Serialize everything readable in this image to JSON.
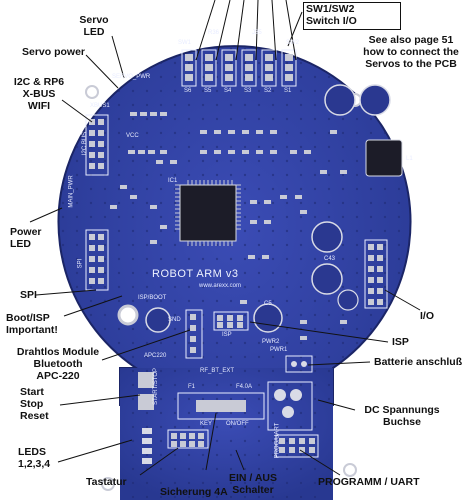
{
  "board": {
    "title": "ROBOT ARM v3",
    "website": "www.arexx.com",
    "silkscreen": {
      "servo_pwr": "SERVO_PWR",
      "xbus1": "XBUS1",
      "i2c_bus": "I2C BUS",
      "main_pwr": "MAIN_PWR",
      "spi": "SPI",
      "isp_boot": "ISP/BOOT",
      "snd": "SND",
      "apc220": "APC220",
      "isp": "ISP",
      "pwr1": "PWR1",
      "pwr2": "PWR2",
      "ic1": "IC1",
      "vcc": "VCC",
      "start_stop": "START/STOP",
      "f1": "F1",
      "f4oa": "F4.0A",
      "key": "KEY",
      "on_off": "ON/OFF",
      "rf_bt_ext": "RF_BT_EXT",
      "prog_uart": "PROG/UART",
      "c5": "C5",
      "c43": "C43",
      "l1": "L1",
      "sw1": "SW1",
      "sw2": "SW2",
      "r36": "R36",
      "j35": "J35",
      "servo_labels": [
        "S6",
        "S5",
        "S4",
        "S3",
        "S2",
        "S1"
      ]
    }
  },
  "callouts": {
    "servo_led": "Servo\nLED",
    "servo_power": "Servo power",
    "i2c_rp6": "I2C & RP6\nX-BUS\nWIFI",
    "power_led": "Power\nLED",
    "spi": "SPI",
    "boot_isp": "Boot/ISP\nImportant!",
    "drahtlos": "Drahtlos Module\nBluetooth\nAPC-220",
    "start_stop_reset": "Start\nStop\nReset",
    "leds": "LEDS\n1,2,3,4",
    "tastatur": "Tastatur",
    "sicherung": "Sicherung 4A",
    "ein_aus": "EIN / AUS\nSchalter",
    "programm_uart": "PROGRAMM / UART",
    "dc_buchse": "DC Spannungs\nBuchse",
    "batterie": "Batterie anschluß",
    "isp": "ISP",
    "io": "I/O",
    "sw_switch": "SW1/SW2\nSwitch I/O",
    "see_also": "See also page 51\nhow to connect the\nServos to the PCB"
  },
  "colors": {
    "pcb": "#2f3f9e",
    "pcb_dark": "#22307e",
    "pcb_edge": "#1b2566",
    "pad": "#c9cbd6",
    "silk": "#e8ecff",
    "ic": "#1c1c28"
  }
}
